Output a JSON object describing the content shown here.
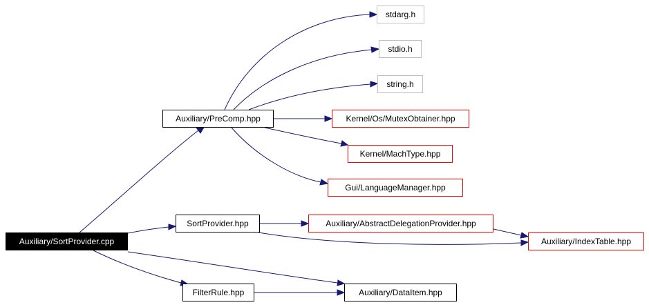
{
  "colors": {
    "edge": "#191970",
    "missing_border": "#ff0000",
    "system_border": "#bfbfbf",
    "local_border": "#000000",
    "root_fill": "#000000",
    "root_text": "#ffffff"
  },
  "nodes": {
    "root": "Auxiliary/SortProvider.cpp",
    "precomp": "Auxiliary/PreComp.hpp",
    "stdarg": "stdarg.h",
    "stdio": "stdio.h",
    "string": "string.h",
    "mutex": "Kernel/Os/MutexObtainer.hpp",
    "machtype": "Kernel/MachType.hpp",
    "langmgr": "Gui/LanguageManager.hpp",
    "sortprov": "SortProvider.hpp",
    "abstractdeleg": "Auxiliary/AbstractDelegationProvider.hpp",
    "indextable": "Auxiliary/IndexTable.hpp",
    "filterrule": "FilterRule.hpp",
    "dataitem": "Auxiliary/DataItem.hpp"
  },
  "edges": [
    [
      "root",
      "precomp"
    ],
    [
      "root",
      "sortprov"
    ],
    [
      "root",
      "filterrule"
    ],
    [
      "root",
      "dataitem"
    ],
    [
      "precomp",
      "stdarg"
    ],
    [
      "precomp",
      "stdio"
    ],
    [
      "precomp",
      "string"
    ],
    [
      "precomp",
      "mutex"
    ],
    [
      "precomp",
      "machtype"
    ],
    [
      "precomp",
      "langmgr"
    ],
    [
      "sortprov",
      "abstractdeleg"
    ],
    [
      "sortprov",
      "indextable"
    ],
    [
      "abstractdeleg",
      "indextable"
    ],
    [
      "filterrule",
      "dataitem"
    ]
  ]
}
